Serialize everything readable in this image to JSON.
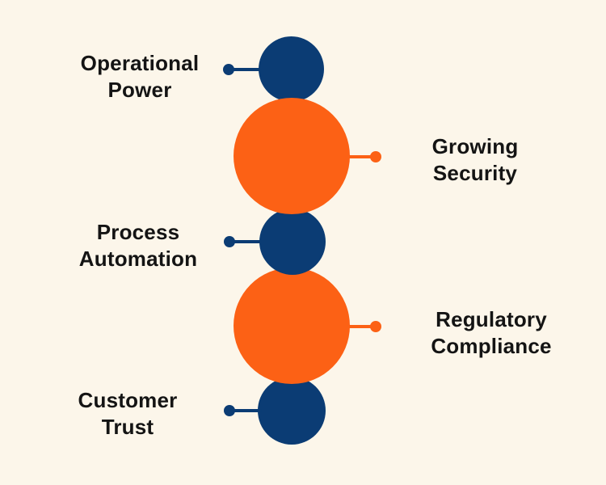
{
  "background_color": "#fcf6ea",
  "colors": {
    "navy": "#0b3c74",
    "orange": "#fc6115",
    "text": "#141414"
  },
  "diagram": {
    "type": "alternating-circle-feature-list",
    "items": [
      {
        "line1": "Operational",
        "line2": "Power",
        "side": "left",
        "circle_color": "#0b3c74",
        "circle_size": "small"
      },
      {
        "line1": "Growing",
        "line2": "Security",
        "side": "right",
        "circle_color": "#fc6115",
        "circle_size": "large"
      },
      {
        "line1": "Process",
        "line2": "Automation",
        "side": "left",
        "circle_color": "#0b3c74",
        "circle_size": "small"
      },
      {
        "line1": "Regulatory",
        "line2": "Compliance",
        "side": "right",
        "circle_color": "#fc6115",
        "circle_size": "large"
      },
      {
        "line1": "Customer",
        "line2": "Trust",
        "side": "left",
        "circle_color": "#0b3c74",
        "circle_size": "small"
      }
    ]
  }
}
